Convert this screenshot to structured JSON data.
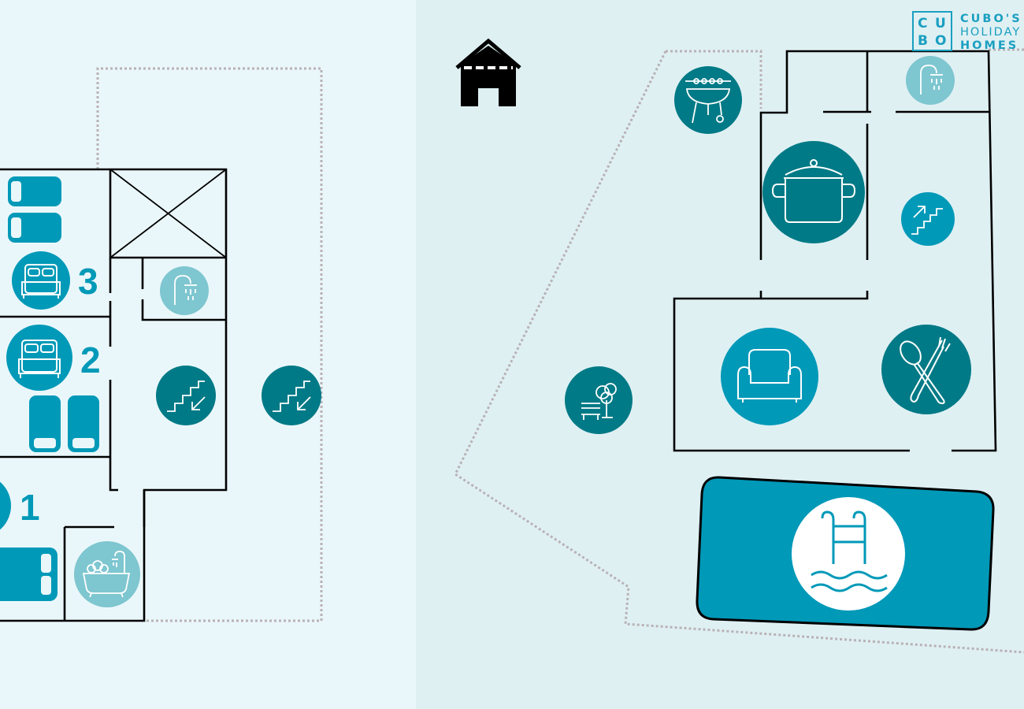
{
  "colors": {
    "left_panel": "#eaf7fa",
    "right_panel": "#dff0f3",
    "wall": "#000000",
    "boundary": "#b8b2b5",
    "teal": "#0099b8",
    "dark_teal": "#007a86",
    "light_teal": "#7ec6d0",
    "accent": "#1a9fc0"
  },
  "rooms": [
    {
      "label": "3"
    },
    {
      "label": "2"
    },
    {
      "label": "1"
    }
  ],
  "logo": {
    "letters": [
      "C",
      "U",
      "B",
      "O"
    ],
    "line1": "CUBO'S",
    "line2": "HOLIDAY",
    "line3": "HOMES"
  },
  "icons": [
    "twin-beds-icon",
    "double-bed-icon",
    "shower-icon",
    "stairs-down-icon",
    "bathtub-icon",
    "house-icon",
    "barbecue-icon",
    "cooking-pot-icon",
    "stairs-up-icon",
    "armchair-icon",
    "cutlery-icon",
    "garden-bench-icon",
    "pool-ladder-icon"
  ]
}
